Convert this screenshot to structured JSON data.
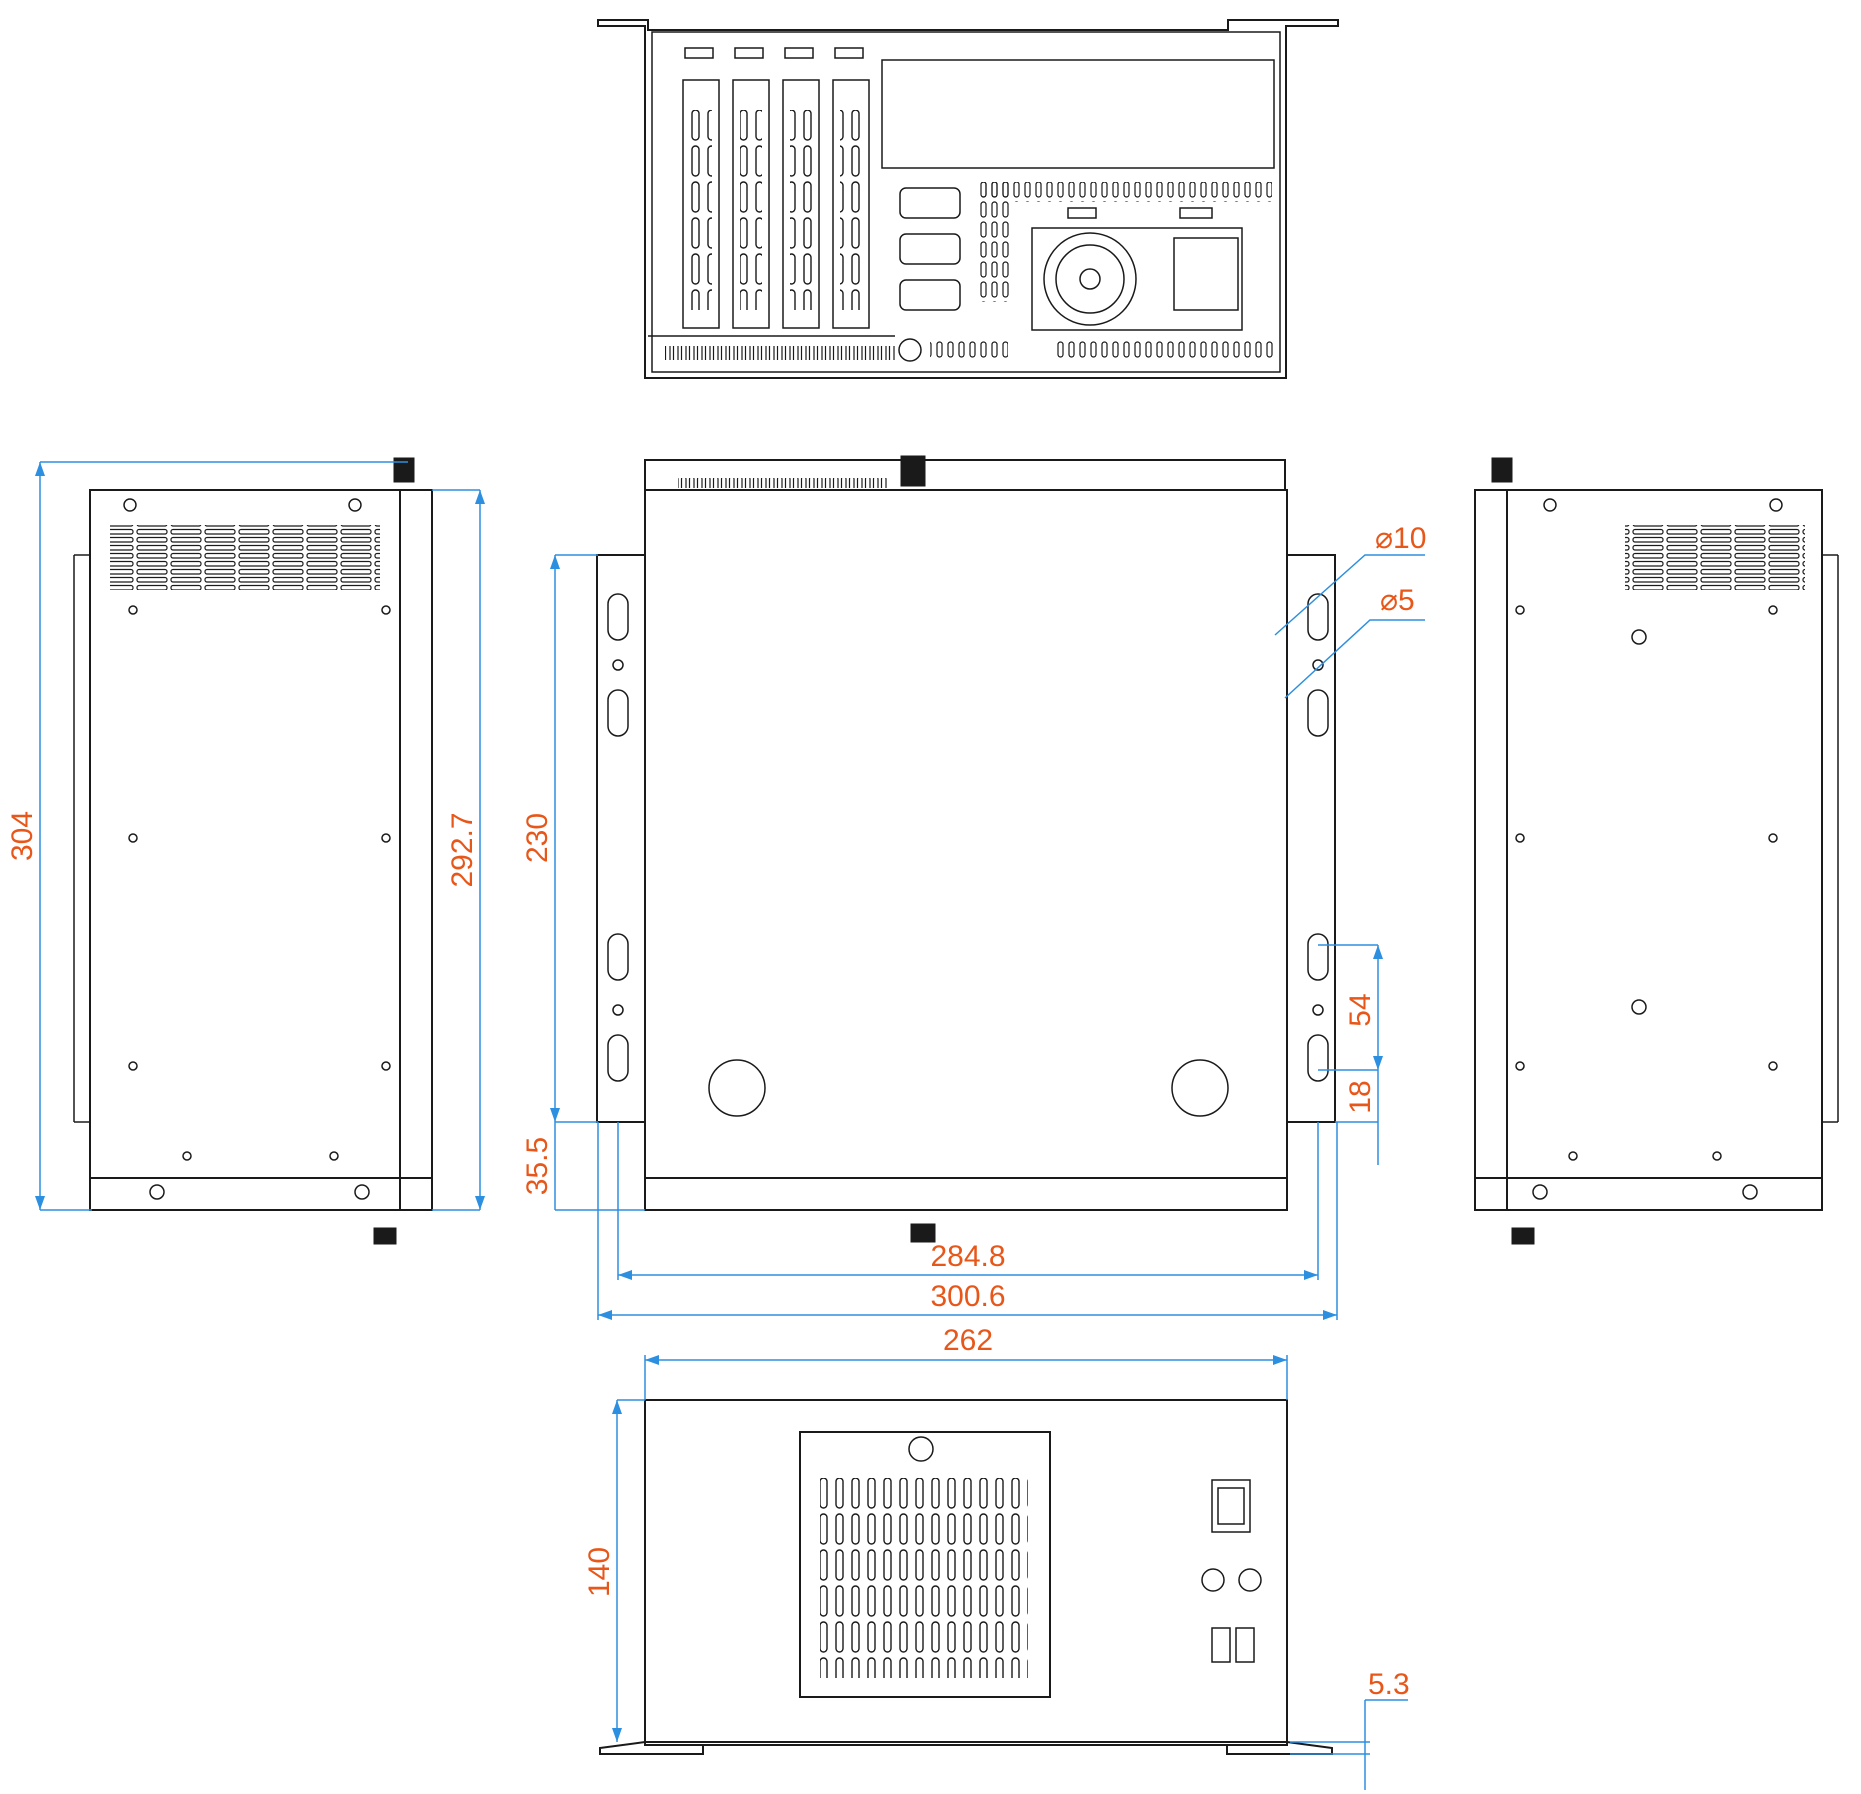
{
  "colors": {
    "outline": "#1a1a1a",
    "dimension_line": "#2d8fe0",
    "dimension_text": "#e8571a",
    "background": "#ffffff"
  },
  "views": [
    {
      "id": "rear",
      "name": "rear-view"
    },
    {
      "id": "left",
      "name": "left-side-view"
    },
    {
      "id": "top",
      "name": "top-view"
    },
    {
      "id": "right",
      "name": "right-side-view"
    },
    {
      "id": "front",
      "name": "front-view"
    }
  ],
  "dimensions": {
    "overall_depth": "304",
    "body_depth": "292.7",
    "bracket_slot_spacing": "230",
    "bracket_offset": "35.5",
    "bracket_hole_pitch": "54",
    "bracket_hole_offset": "18",
    "slot_diameter": "⌀10",
    "hole_diameter": "⌀5",
    "mount_hole_span": "284.8",
    "bracket_width": "300.6",
    "body_width": "262",
    "body_height": "140",
    "bracket_thickness": "5.3"
  }
}
